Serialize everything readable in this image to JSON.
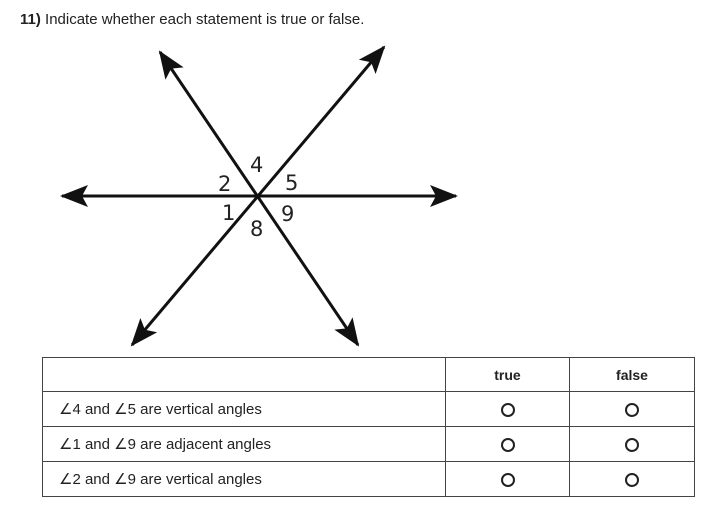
{
  "question": {
    "number": "11)",
    "text": "Indicate whether each statement is true or false."
  },
  "diagram": {
    "angle_labels": {
      "label_2": "2",
      "label_4": "4",
      "label_5": "5",
      "label_1": "1",
      "label_8": "8",
      "label_9": "9"
    }
  },
  "table": {
    "headers": {
      "blank": "",
      "true": "true",
      "false": "false"
    },
    "rows": [
      {
        "statement": "∠4 and ∠5 are vertical angles"
      },
      {
        "statement": "∠1 and ∠9 are adjacent angles"
      },
      {
        "statement": "∠2 and ∠9 are vertical angles"
      }
    ]
  }
}
